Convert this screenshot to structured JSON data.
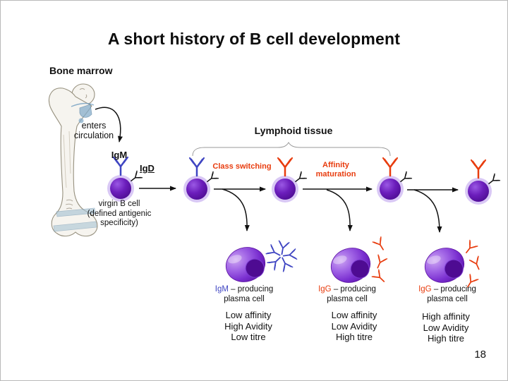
{
  "title": "A short history of B cell development",
  "page_number": "18",
  "colors": {
    "orange": "#e83c0e",
    "igm_blue": "#3f45c2",
    "cell_purple": "#53109c",
    "cell_ring": "#d9c8f5",
    "plasma_purple": "#7a2fd0",
    "black": "#111111"
  },
  "bone_marrow_label": "Bone marrow",
  "enters_circulation": {
    "line1": "enters",
    "line2": "circulation"
  },
  "receptors": {
    "igm": "IgM",
    "igd": "IgD"
  },
  "virgin_b_cell": {
    "line1": "virgin B cell",
    "line2": "(defined antigenic",
    "line3": "specificity)"
  },
  "lymphoid_tissue_label": "Lymphoid tissue",
  "transitions": {
    "class_switching": "Class switching",
    "affinity_line1": "Affinity",
    "affinity_line2": "maturation"
  },
  "plasma_cells": [
    {
      "ig": "IgM",
      "suffix": " – producing",
      "line2": "plasma cell",
      "affinity": "Low affinity",
      "avidity": "High Avidity",
      "titre": "Low titre"
    },
    {
      "ig": "IgG",
      "suffix": " – producing",
      "line2": "plasma cell",
      "affinity": "Low affinity",
      "avidity": "Low Avidity",
      "titre": "High titre"
    },
    {
      "ig": "IgG",
      "suffix": " – producing",
      "line2": "plasma cell",
      "affinity": "High affinity",
      "avidity": "Low Avidity",
      "titre": "High titre"
    }
  ]
}
